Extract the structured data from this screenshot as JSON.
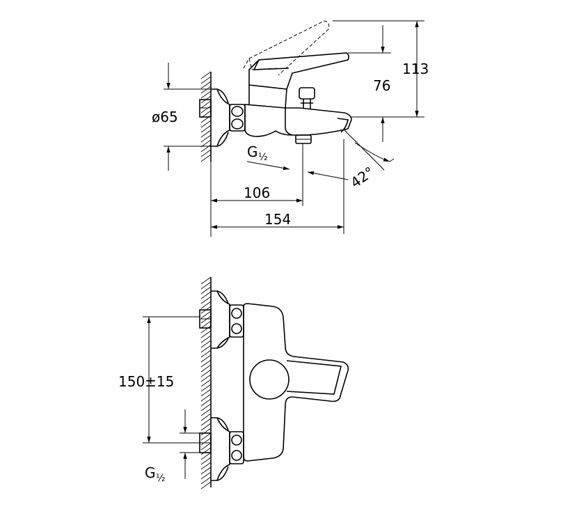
{
  "side_view": {
    "dim_height_total": "113",
    "dim_height_spout": "76",
    "dim_diameter": "ø65",
    "dim_thread": "G",
    "dim_thread_fraction": "½",
    "dim_spout_center": "106",
    "dim_total_projection": "154",
    "dim_angle": "42°"
  },
  "front_view": {
    "dim_center_distance": "150±15",
    "dim_thread": "G",
    "dim_thread_fraction": "½"
  },
  "colors": {
    "line": "#000000",
    "background": "#ffffff"
  }
}
